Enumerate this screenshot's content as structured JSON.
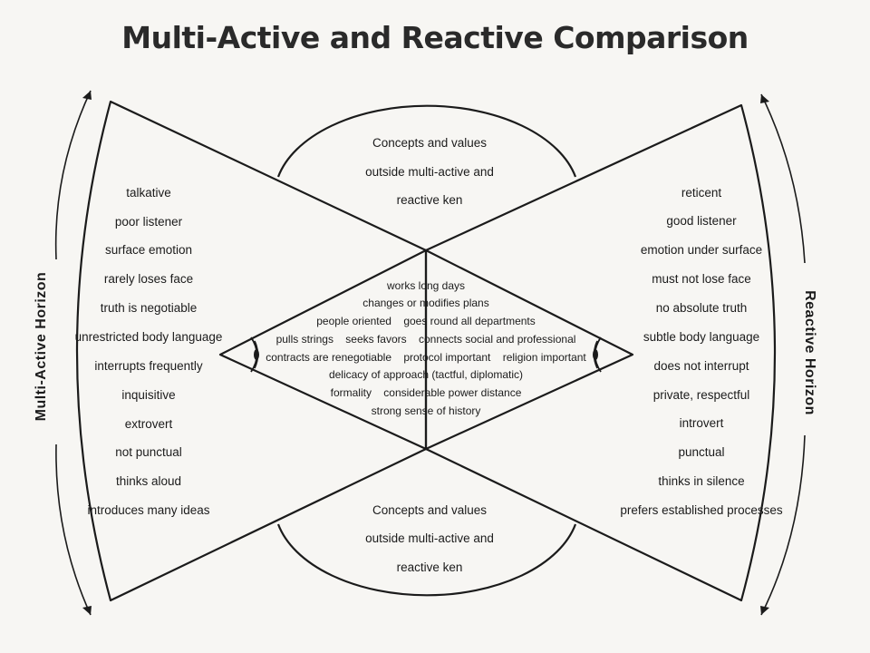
{
  "title": "Multi-Active and Reactive Comparison",
  "left_horizon_label": "Multi-Active Horizon",
  "right_horizon_label": "Reactive Horizon",
  "top_concepts": [
    "Concepts and values",
    "outside multi-active and",
    "reactive ken"
  ],
  "bottom_concepts": [
    "Concepts and values",
    "outside multi-active and",
    "reactive ken"
  ],
  "multi_active_traits": [
    "talkative",
    "poor listener",
    "surface emotion",
    "rarely loses face",
    "truth is negotiable",
    "unrestricted body language",
    "interrupts frequently",
    "inquisitive",
    "extrovert",
    "not punctual",
    "thinks aloud",
    "introduces many ideas"
  ],
  "reactive_traits": [
    "reticent",
    "good listener",
    "emotion under surface",
    "must not lose face",
    "no absolute truth",
    "subtle body language",
    "does not interrupt",
    "private, respectful",
    "introvert",
    "punctual",
    "thinks in silence",
    "prefers established processes"
  ],
  "shared_traits": [
    "works long days",
    "changes or modifies plans",
    "people oriented    goes round all departments",
    "pulls strings    seeks favors    connects social and professional",
    "contracts are renegotiable    protocol important    religion important",
    "delicacy of approach (tactful, diplomatic)",
    "formality    considerable power distance",
    "strong sense of history"
  ],
  "colors": {
    "ink": "#1b1b1b",
    "paper": "#f7f6f3"
  }
}
